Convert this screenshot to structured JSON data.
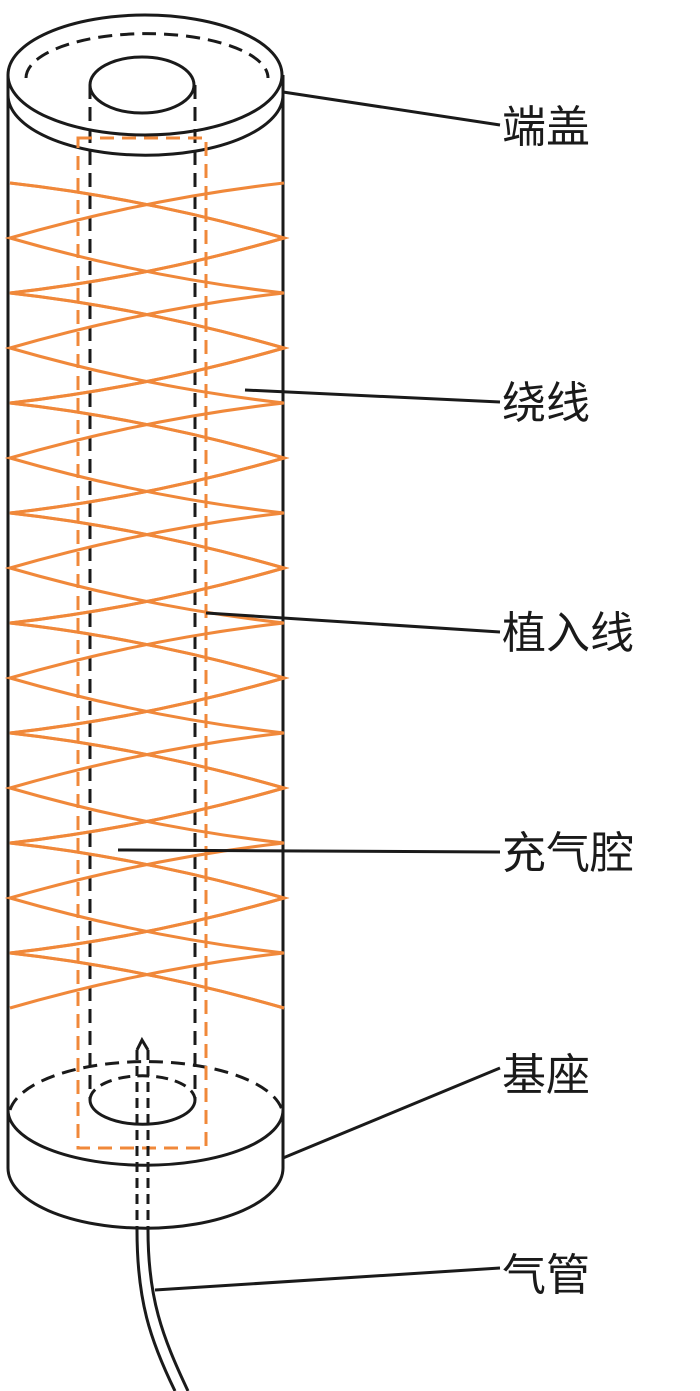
{
  "colors": {
    "line": "#1a1a1a",
    "coil": "#f0883a",
    "background": "#ffffff"
  },
  "labels": {
    "end_cap": "端盖",
    "winding": "绕线",
    "implant_wire": "植入线",
    "air_cavity": "充气腔",
    "base": "基座",
    "air_tube": "气管"
  }
}
